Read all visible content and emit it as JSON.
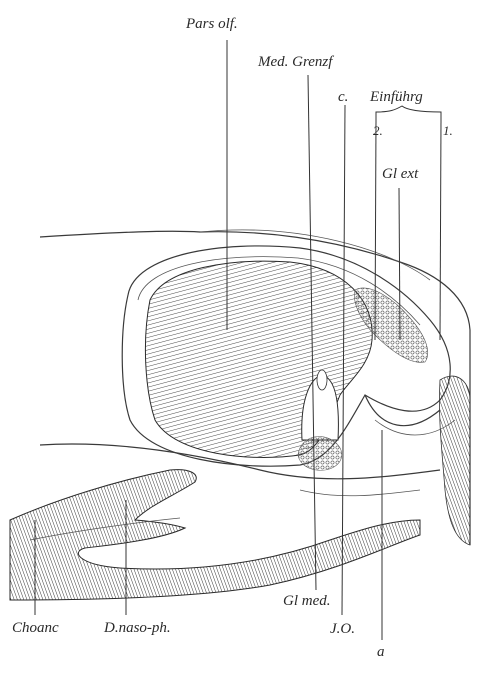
{
  "figure": {
    "labels": {
      "pars_olf": "Pars olf.",
      "med_grenzf": "Med. Grenzf",
      "c": "c.",
      "einfuhrg": "Einführg",
      "n2": "2.",
      "n1": "1.",
      "gl_ext": "Gl ext",
      "choanc": "Choanc",
      "d_naso_ph": "D.naso-ph.",
      "gl_med": "Gl med.",
      "jo": "J.O.",
      "a": "a"
    }
  }
}
